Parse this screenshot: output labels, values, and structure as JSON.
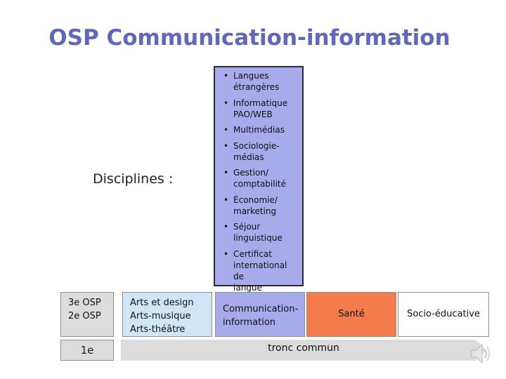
{
  "title": "OSP Communication-information",
  "disciplines_label": "Disciplines :",
  "disciplines": [
    {
      "line1": "Langues",
      "line2": "étrangères"
    },
    {
      "line1": "Informatique",
      "line2": "PAO/WEB"
    },
    {
      "line1": "Multimédias",
      "line2": ""
    },
    {
      "line1": "Sociologie-",
      "line2": "médias"
    },
    {
      "line1": "Gestion/",
      "line2": "comptabilité"
    },
    {
      "line1": "Économie/",
      "line2": "marketing"
    },
    {
      "line1": "Séjour",
      "line2": "linguistique"
    },
    {
      "line1": "Certificat",
      "line2": "international de",
      "line3": "langue"
    }
  ],
  "years": {
    "y3": "3e OSP",
    "y2": "2e OSP",
    "y1": "1e"
  },
  "options": {
    "arts": [
      "Arts et design",
      "Arts-musique",
      "Arts-théâtre"
    ],
    "comm": [
      "Communication-",
      "information"
    ],
    "sante": "Santé",
    "socio": "Socio-éducative"
  },
  "tronc": "tronc commun",
  "colors": {
    "title": "#6068b8",
    "disciplines_box": "#a7aaeb",
    "comm_box": "#a7aaeb",
    "sante_box": "#f47b4b",
    "arts_box": "#cfe6f8",
    "years_box": "#dcdcdc"
  },
  "icons": {
    "speaker": "speaker-icon"
  }
}
